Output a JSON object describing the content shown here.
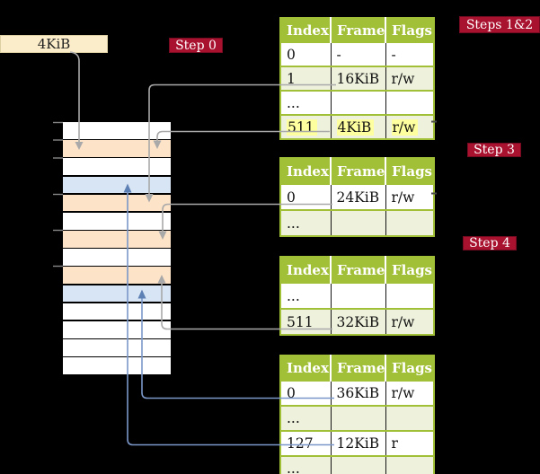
{
  "colors": {
    "background": "#000000",
    "step_chip_bg": "#a8122f",
    "step_chip_text": "#ffffff",
    "table_header_bg": "#a2c037",
    "table_row_tint": "#eef2dc",
    "highlight_yellow": "#feff9e",
    "legend_box_bg": "#fbedca",
    "memory_row_peach": "#fde3c8",
    "memory_row_blue": "#d8e5f4",
    "arrow_gray": "#a9a9a9",
    "arrow_blue": "#7b97c9"
  },
  "legend_box": {
    "label": "4KiB"
  },
  "step_labels": {
    "step0": "Step 0",
    "steps12": "Steps 1&2",
    "step3": "Step 3",
    "step4": "Step 4"
  },
  "column": {
    "rows": [
      {
        "cls": "col-row white"
      },
      {
        "cls": "col-row peach"
      },
      {
        "cls": "col-row white"
      },
      {
        "cls": "col-row blue"
      },
      {
        "cls": "col-row peach"
      },
      {
        "cls": "col-row white"
      },
      {
        "cls": "col-row peach"
      },
      {
        "cls": "col-row white"
      },
      {
        "cls": "col-row peach"
      },
      {
        "cls": "col-row blue"
      },
      {
        "cls": "col-row white"
      },
      {
        "cls": "col-row white"
      },
      {
        "cls": "col-row white"
      },
      {
        "cls": "col-row white"
      }
    ]
  },
  "tables": {
    "t1": {
      "headers": [
        "Index",
        "Frame",
        "Flags"
      ],
      "rows": [
        [
          "0",
          "-",
          "-"
        ],
        [
          "1",
          "16KiB",
          "r/w"
        ],
        [
          "...",
          "",
          ""
        ],
        [
          "511",
          "4KiB",
          "r/w"
        ]
      ]
    },
    "t2": {
      "headers": [
        "Index",
        "Frame",
        "Flags"
      ],
      "rows": [
        [
          "0",
          "24KiB",
          "r/w"
        ],
        [
          "...",
          "",
          ""
        ]
      ]
    },
    "t3": {
      "headers": [
        "Index",
        "Frame",
        "Flags"
      ],
      "rows": [
        [
          "...",
          "",
          ""
        ],
        [
          "511",
          "32KiB",
          "r/w"
        ]
      ]
    },
    "t4": {
      "headers": [
        "Index",
        "Frame",
        "Flags"
      ],
      "rows": [
        [
          "0",
          "36KiB",
          "r/w"
        ],
        [
          "...",
          "",
          ""
        ],
        [
          "127",
          "12KiB",
          "r"
        ],
        [
          "...",
          "",
          ""
        ]
      ]
    }
  }
}
